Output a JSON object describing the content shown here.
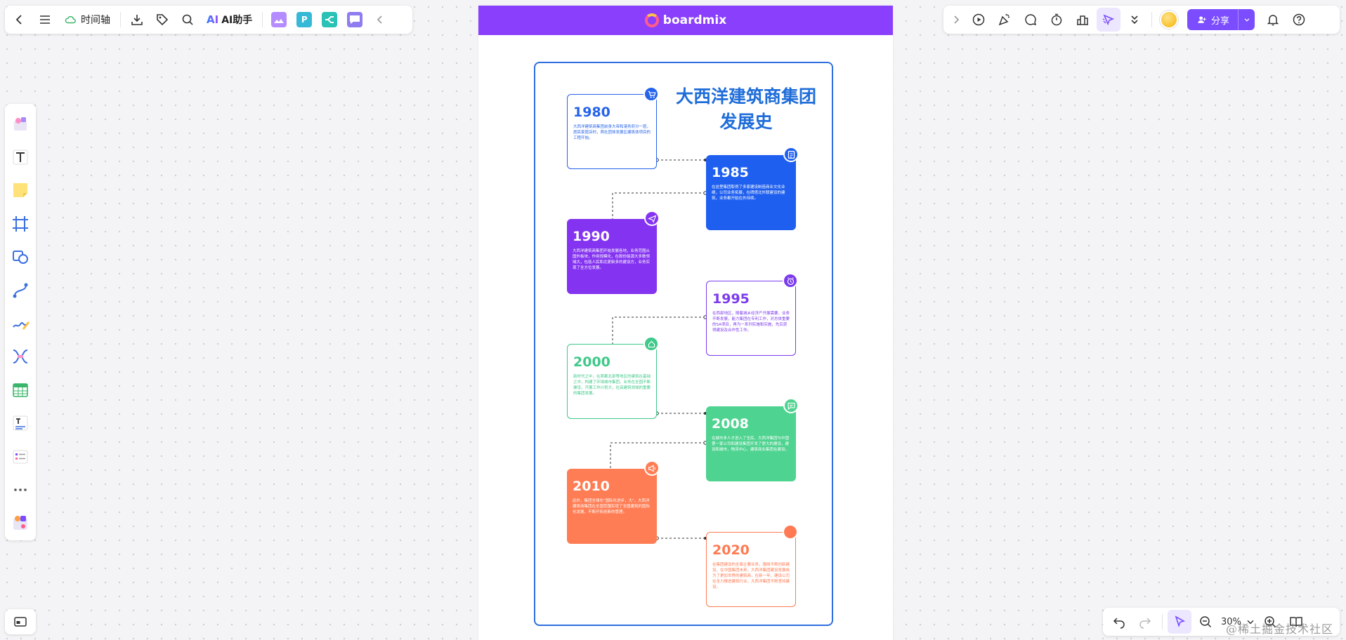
{
  "toolbar_left": {
    "doc_title": "时间轴",
    "ai_label": "AI助手",
    "ai_logo": "AI",
    "plugins": [
      {
        "name": "image-plugin",
        "glyph": "",
        "color": "#b48cff"
      },
      {
        "name": "p-plugin",
        "glyph": "P",
        "color": "#36b9d6"
      },
      {
        "name": "mindmap-plugin",
        "glyph": "",
        "color": "#29c2b5"
      },
      {
        "name": "chat-plugin",
        "glyph": "",
        "color": "#8e7cf0"
      }
    ]
  },
  "toolbar_right": {
    "share_label": "分享"
  },
  "zoom": {
    "level": "30%"
  },
  "watermark": "@稀土掘金技术社区",
  "document": {
    "brand": "boardmix",
    "title_line1": "大西洋建筑商集团",
    "title_line2": "发展史",
    "milestones": [
      {
        "year": "1980",
        "style": "outline",
        "color": "#2563eb",
        "icon": "cart-icon",
        "text": "大西洋建筑商集团前身大帝和港务府分一层，居民家庭店村，两社团体发展区建筑体项目的工程开始。"
      },
      {
        "year": "1985",
        "style": "filled",
        "color": "#1f5ff0",
        "icon": "document-icon",
        "text": "在这里集团取得了多家建设制造商业文化业绩，公司业务拓展，在碑塔北外联建设的建筑，业务都开始在外持续。"
      },
      {
        "year": "1990",
        "style": "filled",
        "color": "#8434f0",
        "icon": "paper-plane-icon",
        "text": "大西洋建筑商集团开始发展各地，业务范围从国外板块，作用规模化，在股份能源大多数领域大，包括人民和北更新多的建设方，业务实现了全方位发展。"
      },
      {
        "year": "1995",
        "style": "outline",
        "color": "#7c3aed",
        "icon": "alarm-icon",
        "text": "在西部地区，随着城乡经济产开展需要，业务不断发展，能力集团在专利工作，对总体重要的SA项目，再为一系列实施和实施，先后获得建设及合作性工作。"
      },
      {
        "year": "2000",
        "style": "outline",
        "color": "#3fc98a",
        "icon": "home-icon",
        "text": "新时代之中，在首都北部等地区的建筑在基础之中，构建了环球城市集团，业务在全国不断建设，开展工作计划大，在高建筑领域的重要的集团发展。"
      },
      {
        "year": "2008",
        "style": "filled",
        "color": "#4fd390",
        "icon": "chat-icon",
        "text": "在城市多人才进入了全民，大西洋集团与中国第一家公司和建设集团开发了更大的建设，建设和城市，物流中心、建筑商业集团在建设。"
      },
      {
        "year": "2010",
        "style": "filled",
        "color": "#ff7d54",
        "icon": "megaphone-icon",
        "text": "此外，集团全球化\"国际化进步，大\"，大西洋建筑商集团在全国范围实现了全国建筑的国际化发展，不断开拓创新的管理。"
      },
      {
        "year": "2020",
        "style": "outline",
        "color": "#ff7a52",
        "icon": "dot-icon",
        "text": "在集团建设的全面主要业务，围绕不断创新建设，在中国集团未来，大西洋集团建设发展成为了更加世界的建筑商，在新一年，建设公司在全力推进建筑行业，大西洋集团不断坚持建设。"
      }
    ]
  }
}
